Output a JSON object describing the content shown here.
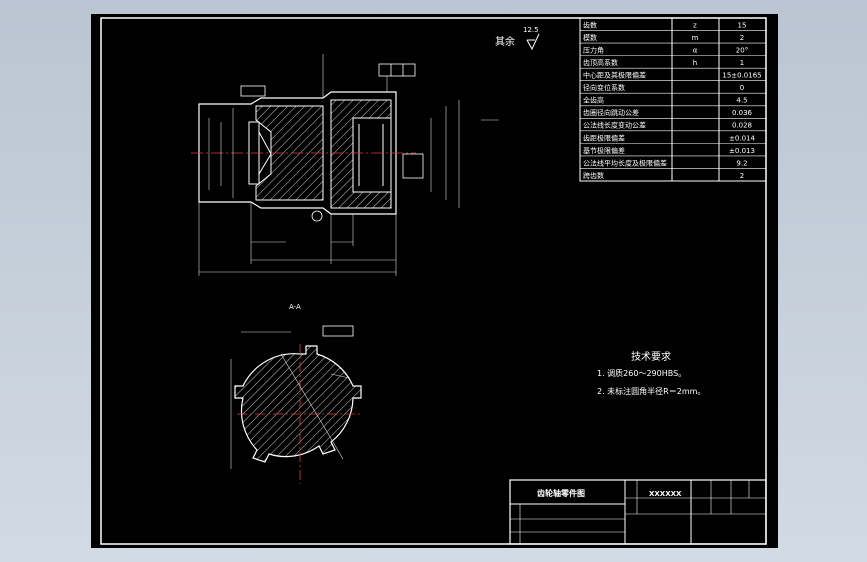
{
  "drawing": {
    "surface_roughness": "其余",
    "roughness_value": "12.5",
    "section_label": "A-A",
    "tech_req_title": "技术要求",
    "tech_req_items": [
      "1. 调质260～290HBS。",
      "2. 未标注圆角半径R＝2mm。"
    ]
  },
  "param_table": [
    {
      "name": "齿数",
      "sym": "z",
      "val": "15"
    },
    {
      "name": "模数",
      "sym": "m",
      "val": "2"
    },
    {
      "name": "压力角",
      "sym": "α",
      "val": "20°"
    },
    {
      "name": "齿顶高系数",
      "sym": "h",
      "val": "1"
    },
    {
      "name": "中心距及其极限偏差",
      "sym": "",
      "val": "15±0.0165"
    },
    {
      "name": "径向变位系数",
      "sym": "",
      "val": "0"
    },
    {
      "name": "全齿高",
      "sym": "",
      "val": "4.5"
    },
    {
      "name": "齿圈径向跳动公差",
      "sym": "",
      "val": "0.036"
    },
    {
      "name": "公法线长度变动公差",
      "sym": "",
      "val": "0.028"
    },
    {
      "name": "齿距极限偏差",
      "sym": "",
      "val": "±0.014"
    },
    {
      "name": "基节极限偏差",
      "sym": "",
      "val": "±0.013"
    },
    {
      "name": "公法线平均长度及极限偏差",
      "sym": "",
      "val": "9.2"
    },
    {
      "name": "跨齿数",
      "sym": "",
      "val": "2"
    }
  ],
  "title_block": {
    "title": "齿轮轴零件图",
    "code": "XXXXXX"
  },
  "colors": {
    "sheet": "#000000",
    "line": "#ffffff",
    "accent": "#e23b3b",
    "hatch": "#c8c8c8",
    "dim": "#d0d0d0"
  }
}
